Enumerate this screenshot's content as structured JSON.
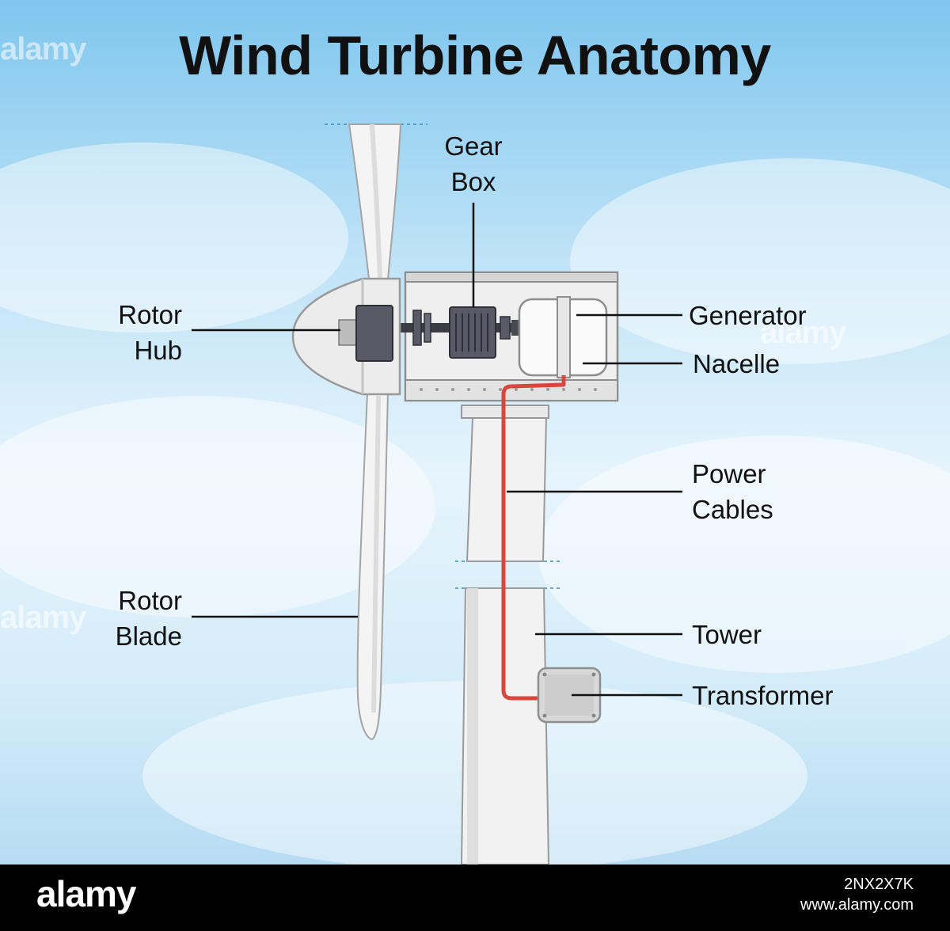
{
  "title": "Wind Turbine Anatomy",
  "labels": {
    "gear_box": [
      "Gear",
      "Box"
    ],
    "rotor_hub": [
      "Rotor",
      "Hub"
    ],
    "generator": "Generator",
    "nacelle": "Nacelle",
    "power_cables": [
      "Power",
      "Cables"
    ],
    "rotor_blade": [
      "Rotor",
      "Blade"
    ],
    "tower": "Tower",
    "transformer": "Transformer"
  },
  "watermark": "alamy",
  "footer": {
    "logo": "alamy",
    "image_code": "2NX2X7K",
    "site": "www.alamy.com"
  },
  "colors": {
    "sky_top": "#7fc6ee",
    "sky_bottom": "#e6f4fc",
    "power_cable": "#d9463b",
    "gearbox": "#5a5a66",
    "footer_bg": "#000000"
  }
}
